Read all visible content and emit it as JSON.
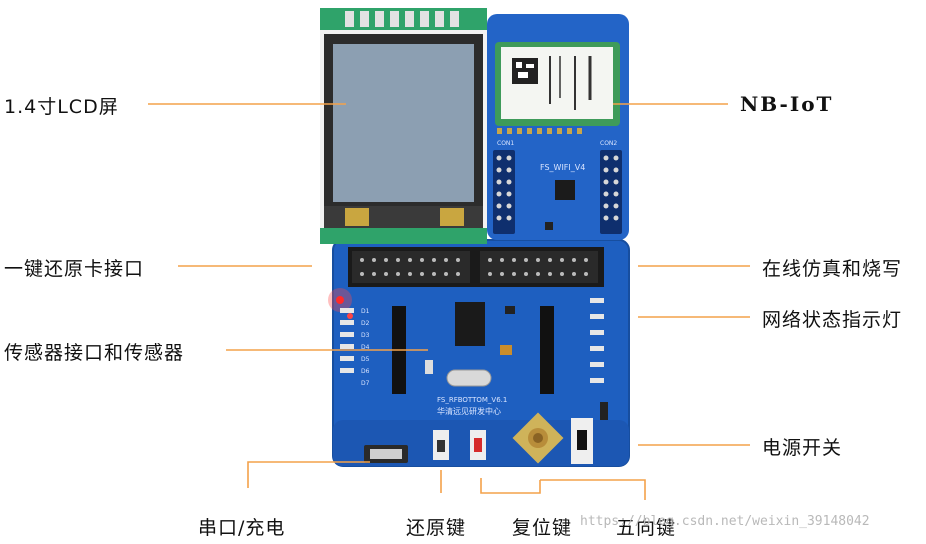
{
  "labels": {
    "lcd": "1.4寸LCD屏",
    "nbiot": "NB-IoT",
    "restore_port": "一键还原卡接口",
    "emulate": "在线仿真和烧写",
    "net_led": "网络状态指示灯",
    "sensor": "传感器接口和传感器",
    "power": "电源开关",
    "serial": "串口/充电",
    "restore_key": "还原键",
    "reset_key": "复位键",
    "five_key": "五向键"
  },
  "watermark": "https://blog.csdn.net/weixin_39148042",
  "board": {
    "wifi_silk": "FS_WIFI_V4",
    "bottom_silk": "FS_RFBOTTOM_V6.1",
    "maker_silk": "华清远见研发中心",
    "con1": "CON1",
    "con2": "CON2",
    "d_labels": [
      "D1",
      "D2",
      "D3",
      "D4",
      "D5",
      "D6",
      "D7"
    ]
  },
  "colors": {
    "leader": "#f4a24a",
    "pcb_blue": "#1e5fc0",
    "pcb_dark": "#17489a",
    "lcd_screen": "#8c9fb2",
    "module_green": "#3e9b5a"
  }
}
